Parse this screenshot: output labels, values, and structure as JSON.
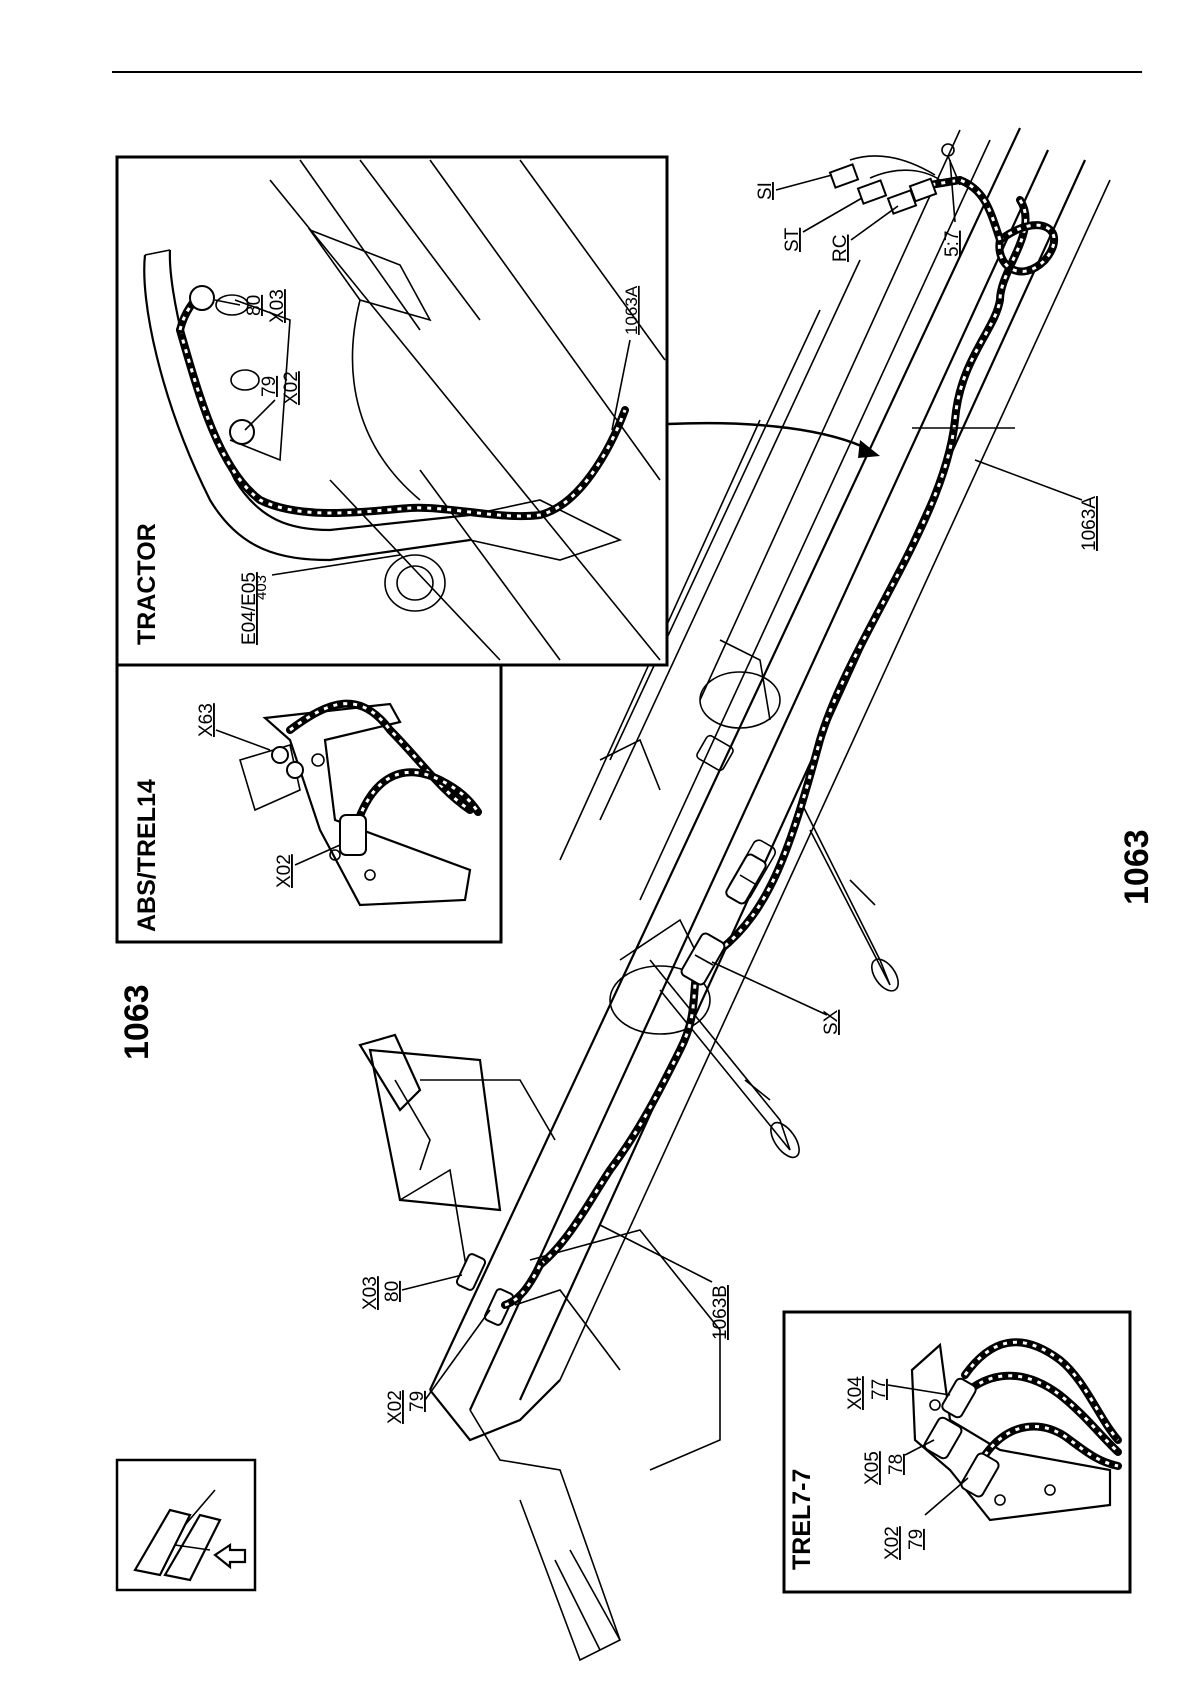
{
  "diagram": {
    "page_number_top": "1063",
    "page_number_side": "1063",
    "insets": {
      "tractor": {
        "title": "TRACTOR",
        "labels": {
          "e04_e05": "E04/E05",
          "n403": "403",
          "n79": "79",
          "x02": "X02",
          "n80": "80",
          "x03": "X03",
          "h1063a": "1063A"
        }
      },
      "abs_trel14": {
        "title": "ABS/TREL14",
        "labels": {
          "x63": "X63",
          "x02": "X02"
        }
      },
      "trel7_7": {
        "title": "TREL7-7",
        "labels": {
          "x02": "X02",
          "n79": "79",
          "x05": "X05",
          "n78": "78",
          "x04": "X04",
          "n77": "77"
        }
      }
    },
    "main_labels": {
      "si": "SI",
      "st": "ST",
      "rc": "RC",
      "p57": "5:7",
      "h1063a": "1063A",
      "sx": "SX",
      "h1063b": "1063B",
      "x03": "X03",
      "n80": "80",
      "x02": "X02",
      "n79": "79"
    },
    "symbol": {
      "name": "vehicle-orientation-symbol"
    }
  }
}
